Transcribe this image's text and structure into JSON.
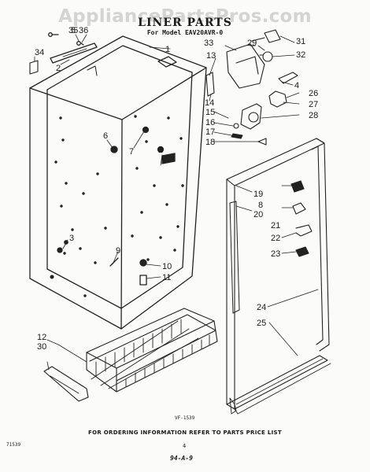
{
  "watermark": "AppliancePartsPros.com",
  "header": {
    "title": "LINER PARTS",
    "subtitle": "For Model EAV20AVR-0"
  },
  "footer": {
    "ordering_note": "FOR ORDERING INFORMATION REFER TO PARTS PRICE LIST",
    "figure_code": "VF-1539",
    "left_code": "71539",
    "page_number": "4",
    "date_code": "94-A-9"
  },
  "callouts": [
    "1",
    "2",
    "3",
    "4",
    "5",
    "6",
    "7",
    "8",
    "9",
    "10",
    "11",
    "12",
    "13",
    "14",
    "15",
    "16",
    "17",
    "18",
    "19",
    "20",
    "21",
    "22",
    "23",
    "24",
    "25",
    "26",
    "27",
    "28",
    "29",
    "30",
    "31",
    "32",
    "33",
    "34",
    "35",
    "36"
  ]
}
